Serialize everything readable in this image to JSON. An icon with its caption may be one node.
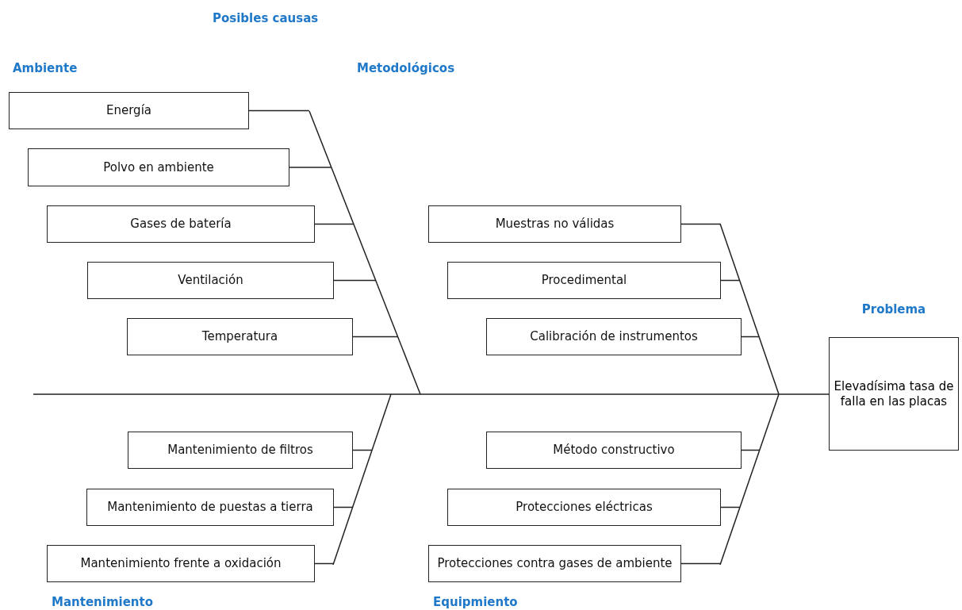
{
  "diagram": {
    "title": "Posibles causas",
    "nodes": [
      {
        "text": [
          "Energía"
        ]
      },
      {
        "text": [
          "Polvo en ambiente"
        ]
      },
      {
        "text": [
          "Gases de batería"
        ]
      },
      {
        "text": [
          "Ventilación"
        ]
      },
      {
        "text": [
          "Temperatura"
        ]
      },
      {
        "text": [
          "Muestras no válidas"
        ]
      },
      {
        "text": [
          "Procedimental"
        ]
      },
      {
        "text": [
          "Calibración de instrumentos"
        ]
      },
      {
        "text": [
          "Problema",
          "Elevadísima tasa de falla en las placas"
        ]
      },
      {
        "text": [
          "Mantenimiento de filtros"
        ]
      },
      {
        "text": [
          "Mantenimiento de puestas a tierra"
        ]
      },
      {
        "text": [
          "Mantenimiento frente a oxidación"
        ]
      },
      {
        "text": [
          "Método constructivo"
        ]
      },
      {
        "text": [
          "Protecciones eléctricas"
        ]
      },
      {
        "text": [
          "Protecciones contra gases de ambiente"
        ]
      }
    ],
    "edges": [
      {
        "from": 0,
        "to": null,
        "arrow": "none"
      },
      {
        "from": 1,
        "to": null,
        "arrow": "none"
      },
      {
        "from": 2,
        "to": null,
        "arrow": "none"
      },
      {
        "from": 3,
        "to": null,
        "arrow": "none"
      },
      {
        "from": 4,
        "to": null,
        "arrow": "none"
      },
      {
        "from": 5,
        "to": null,
        "arrow": "none"
      },
      {
        "from": 6,
        "to": null,
        "arrow": "none"
      },
      {
        "from": 7,
        "to": null,
        "arrow": "none"
      },
      {
        "from": 9,
        "to": null,
        "arrow": "none"
      },
      {
        "from": 10,
        "to": null,
        "arrow": "none"
      },
      {
        "from": 11,
        "to": null,
        "arrow": "none"
      },
      {
        "from": 12,
        "to": null,
        "arrow": "none"
      },
      {
        "from": 13,
        "to": null,
        "arrow": "none"
      },
      {
        "from": 14,
        "to": null,
        "arrow": "none"
      },
      {
        "from": null,
        "to": 8,
        "arrow": "none"
      }
    ],
    "labels": [
      "Ambiente",
      "Metodológicos",
      "Mantenimiento",
      "Equipmiento"
    ]
  }
}
